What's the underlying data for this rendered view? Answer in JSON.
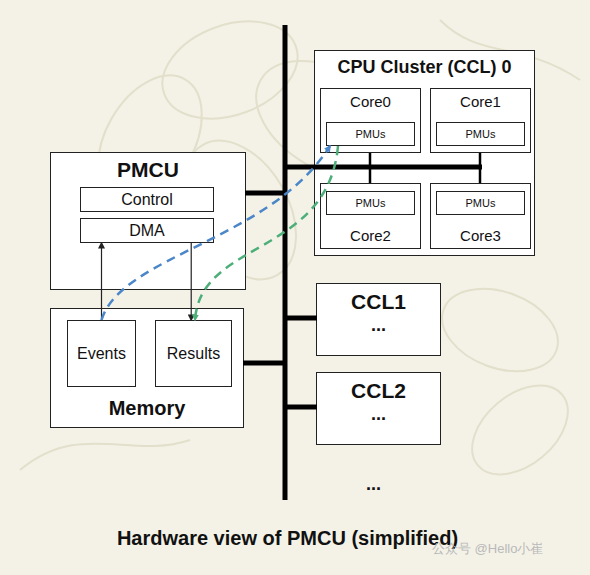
{
  "diagram": {
    "caption": "Hardware view of PMCU (simplified)",
    "nodes": [
      {
        "text": [
          "CPU Cluster (CCL) 0"
        ]
      },
      {
        "text": [
          "Core0"
        ],
        "in": 0
      },
      {
        "text": [
          "PMUs"
        ],
        "in": 1
      },
      {
        "text": [
          "Core1"
        ],
        "in": 0
      },
      {
        "text": [
          "PMUs"
        ],
        "in": 3
      },
      {
        "text": [
          "Core2"
        ],
        "in": 0
      },
      {
        "text": [
          "PMUs"
        ],
        "in": 5
      },
      {
        "text": [
          "Core3"
        ],
        "in": 0
      },
      {
        "text": [
          "PMUs"
        ],
        "in": 7
      },
      {
        "text": [
          "PMCU"
        ]
      },
      {
        "text": [
          "Control"
        ],
        "in": 9
      },
      {
        "text": [
          "DMA"
        ],
        "in": 9
      },
      {
        "text": [
          "CCL1",
          "..."
        ]
      },
      {
        "text": [
          "Memory"
        ]
      },
      {
        "text": [
          "Events"
        ],
        "in": 13
      },
      {
        "text": [
          "Results"
        ],
        "in": 13
      },
      {
        "text": [
          "CCL2",
          "..."
        ]
      }
    ],
    "edges": [
      {
        "from": 14,
        "to": 11,
        "arrow": "to"
      },
      {
        "from": 11,
        "to": 15,
        "arrow": "to"
      },
      {
        "from": 14,
        "to": 2,
        "arrow": "to"
      },
      {
        "from": 2,
        "to": 15,
        "arrow": "to"
      }
    ],
    "labels": [
      "...",
      "公众号 @Hello小崔"
    ]
  }
}
